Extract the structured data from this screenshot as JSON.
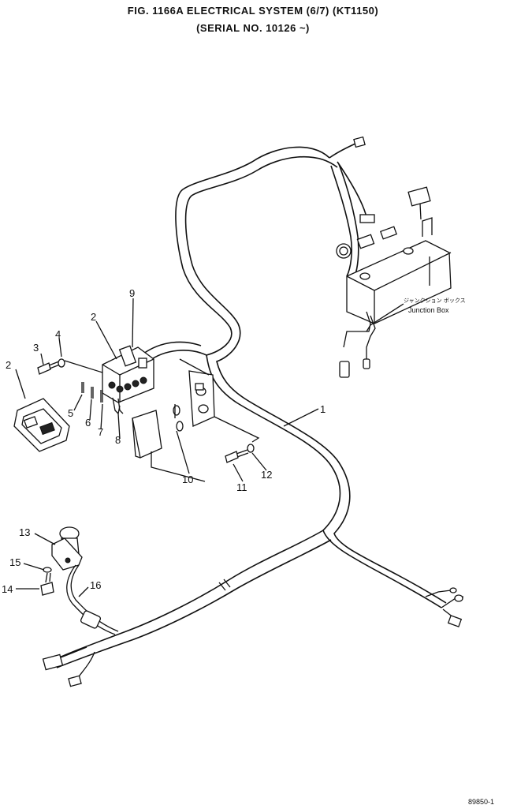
{
  "title": {
    "line1": "FIG. 1166A   ELECTRICAL SYSTEM (6/7) (KT1150)",
    "line2": "(SERIAL NO. 10126 ~)"
  },
  "junction_box": {
    "label_jp": "ジャンクション ボックス",
    "label_en": "Junction Box"
  },
  "callouts": [
    "1",
    "2",
    "2",
    "3",
    "4",
    "5",
    "6",
    "7",
    "8",
    "9",
    "10",
    "11",
    "12",
    "13",
    "14",
    "15",
    "16"
  ],
  "drawing_code": "89850-1"
}
